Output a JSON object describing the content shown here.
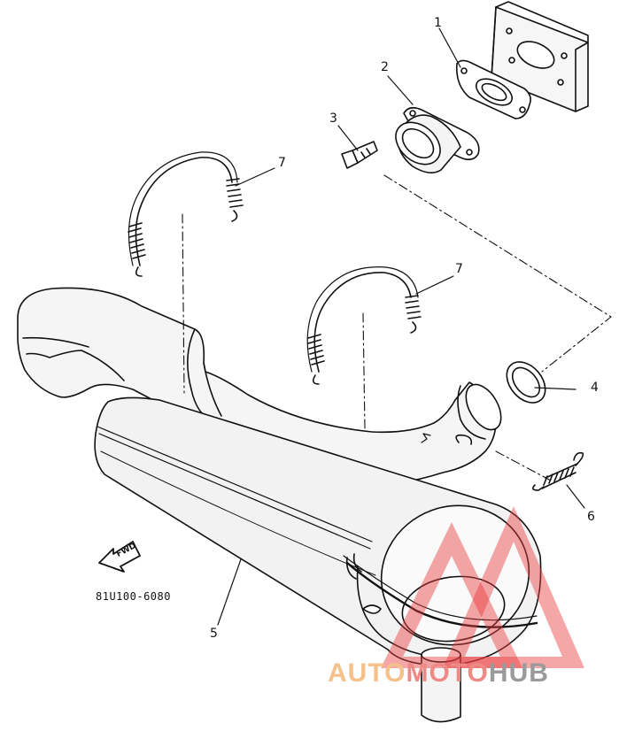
{
  "callouts": [
    "1",
    "2",
    "3",
    "7",
    "7",
    "4",
    "6",
    "5"
  ],
  "fwd_label": "FWD",
  "part_code": "81U100-6080",
  "watermark": {
    "part1": "AUTO",
    "part2": "MOTO",
    "part3": "HUB"
  },
  "colors": {
    "line": "#111111",
    "watermark_red": "#e8393c",
    "watermark_orange": "#f2a55a",
    "watermark_gray": "#8c8c8c"
  }
}
